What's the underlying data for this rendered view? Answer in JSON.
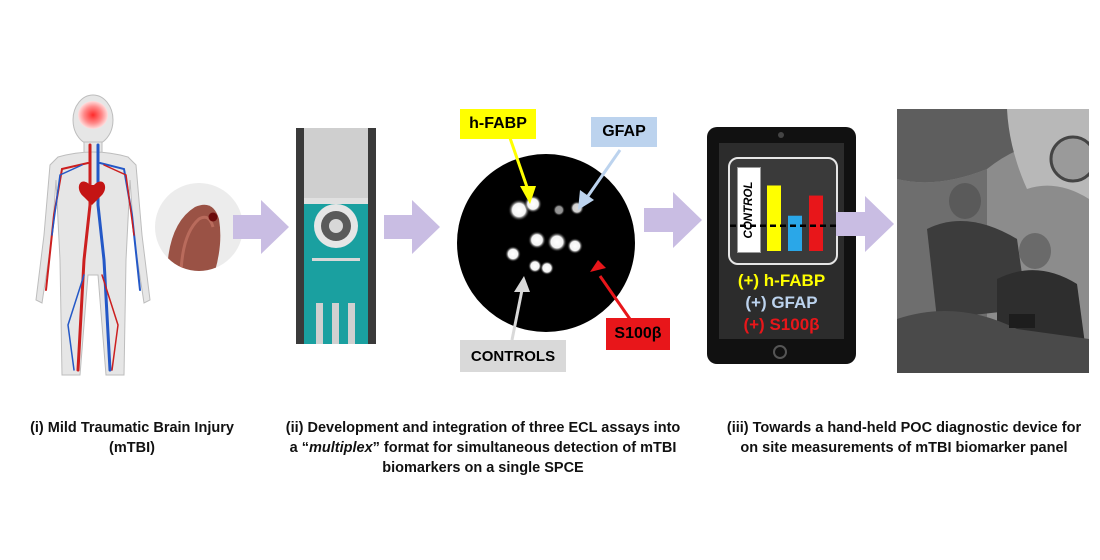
{
  "labels": {
    "hfabp": "h-FABP",
    "gfap": "GFAP",
    "s100b": "S100β",
    "controls": "CONTROLS"
  },
  "device": {
    "control_label": "CONTROL",
    "legend_hfabp": "(+) h-FABP",
    "legend_gfap": "(+) GFAP",
    "legend_s100b": "(+) S100β",
    "bar_levels": {
      "hfabp": 0.78,
      "gfap": 0.42,
      "s100b": 0.66,
      "control_threshold": 0.3
    }
  },
  "captions": {
    "step1_line1": "(i) Mild Traumatic Brain Injury",
    "step1_line2": "(mTBI)",
    "step2_line1": "(ii) Development and integration of three ECL assays into",
    "step2_line2_pre": "a “",
    "step2_line2_italic": "multiplex",
    "step2_line2_post": "” format for simultaneous detection of mTBI",
    "step2_line3": "biomarkers on a single SPCE",
    "step3_line1": "(iii) Towards a hand-held POC diagnostic device for",
    "step3_line2": "on site measurements of mTBI biomarker panel"
  },
  "colors": {
    "arrow": "#c9bde3",
    "hfabp": "#ffff00",
    "gfap": "#bcd3ee",
    "s100b": "#e8161a",
    "controls": "#d9d9d9",
    "teal": "#1aa0a0",
    "bar_blue": "#2aa7e8"
  }
}
